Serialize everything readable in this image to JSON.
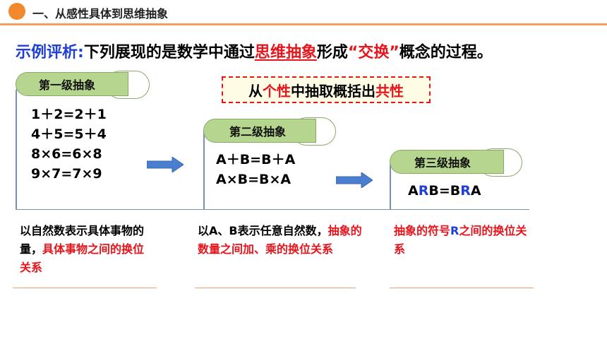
{
  "header": {
    "title": "一、从感性具体到思维抽象"
  },
  "heading": {
    "lead": "示例评析:",
    "part1": "下列展现的是数学中通过",
    "highlight1": "思维抽象",
    "part2": "形成",
    "highlight2": "“交换”",
    "part3": "概念的过程。"
  },
  "callout": {
    "p1": "从",
    "r1": "个性",
    "p2": "中抽取概括出",
    "r2": "共性"
  },
  "levels": [
    {
      "tab": "第一级抽象",
      "formulas": [
        "1＋2=2＋1",
        "4＋5=5＋4",
        "8×6=6×8",
        "9×7=7×9"
      ]
    },
    {
      "tab": "第二级抽象",
      "formulas": [
        "A＋B=B＋A",
        "A×B=B×A"
      ]
    },
    {
      "tab": "第三级抽象",
      "formula": {
        "a1": "A",
        "r1": "R",
        "mid": "B=B",
        "r2": "R",
        "a2": "A"
      }
    }
  ],
  "descriptions": [
    {
      "black": "以自然数表示具体事物的量，",
      "red": "具体事物之间的换位关系"
    },
    {
      "black": "以A、B表示任意自然数，",
      "red": "抽象的数量之间加、乘的换位关系"
    },
    {
      "red1": "抽象的符号",
      "blue": "R",
      "red2": "之间的换位关系"
    }
  ],
  "colors": {
    "accent_orange": "#f08a2c",
    "emphasis_red": "#e8141b",
    "title_blue": "#1f3fd6",
    "tab_green": "#b6d68f",
    "arrow_blue": "#4a7fd0"
  }
}
